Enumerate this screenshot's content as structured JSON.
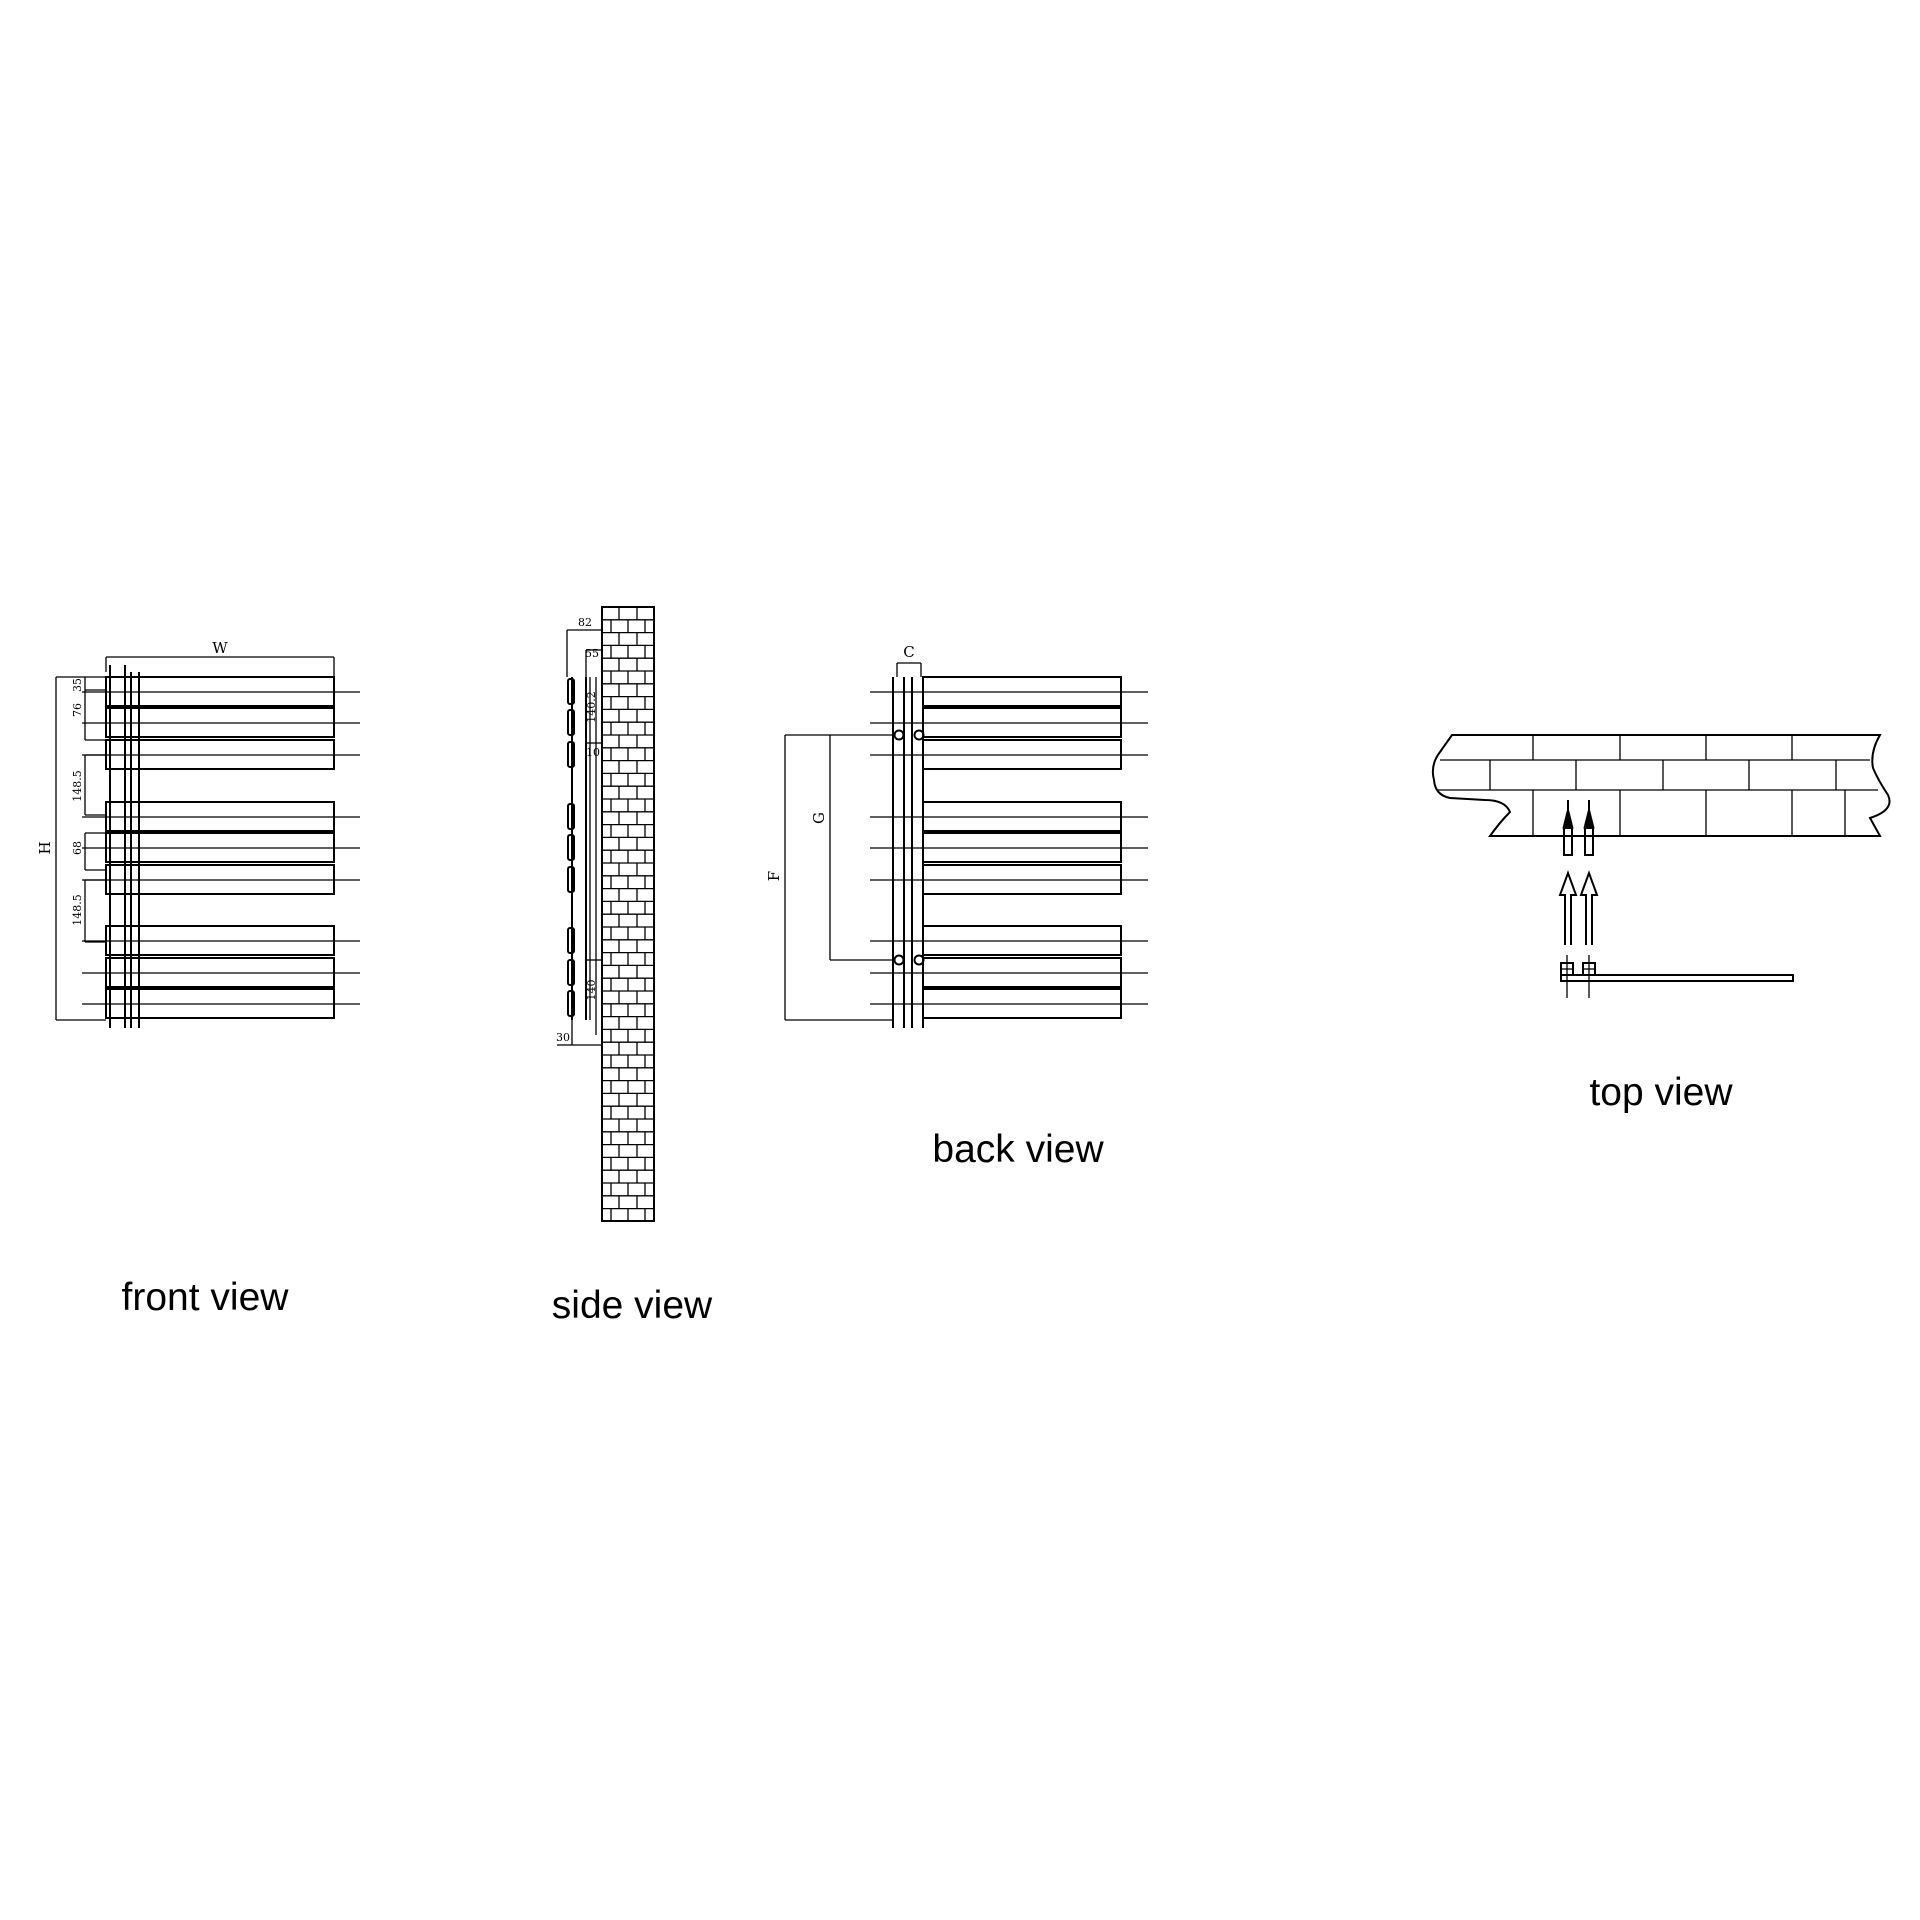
{
  "views": {
    "front": {
      "caption": "front view",
      "width_label": "W",
      "height_label": "H",
      "dims": [
        "35",
        "76",
        "148.5",
        "68",
        "148.5"
      ]
    },
    "side": {
      "caption": "side view",
      "dims": [
        "82",
        "55",
        "140.2",
        "10",
        "140",
        "30"
      ]
    },
    "back": {
      "caption": "back view",
      "c_label": "C",
      "g_label": "G",
      "f_label": "F"
    },
    "top": {
      "caption": "top view"
    }
  }
}
